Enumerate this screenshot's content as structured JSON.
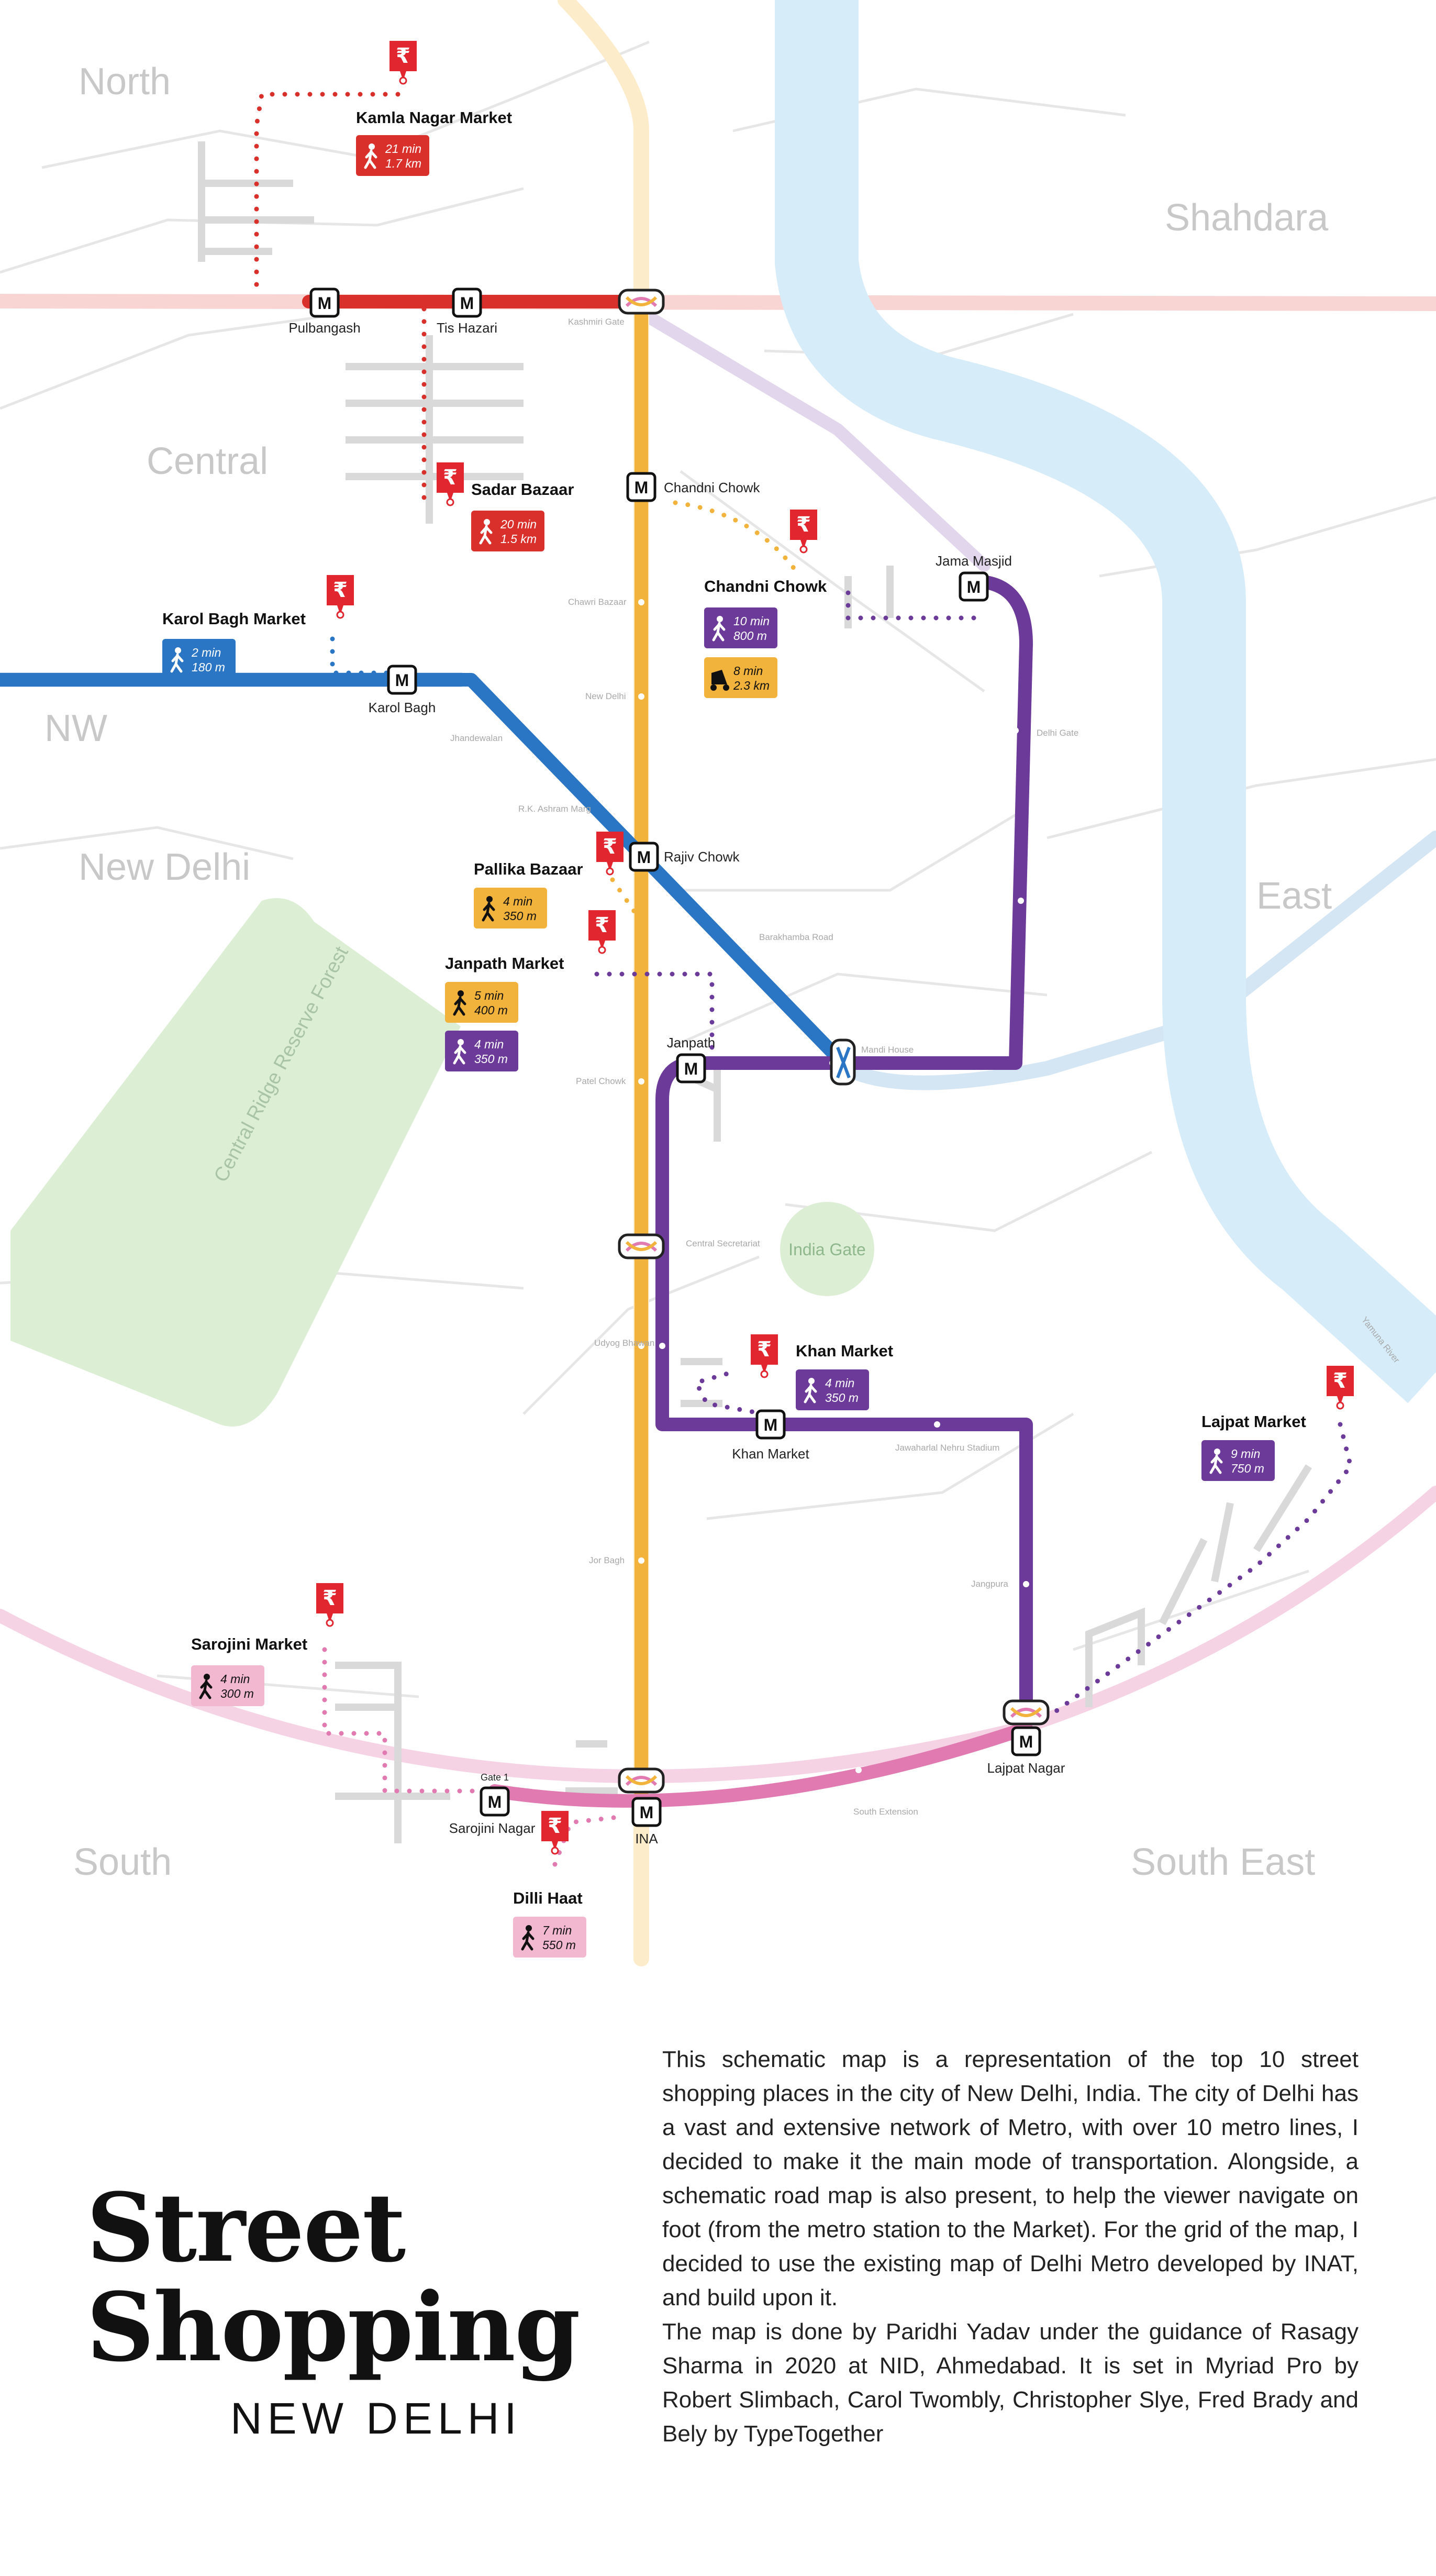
{
  "regions": {
    "north": "North",
    "shahdara": "Shahdara",
    "central": "Central",
    "nw": "NW",
    "new_delhi": "New Delhi",
    "east": "East",
    "south": "South",
    "south_east": "South East"
  },
  "landmarks": {
    "forest": "Central Ridge Reserve Forest",
    "india_gate": "India Gate",
    "river": "Yamuna River"
  },
  "stations": {
    "pulbangash": "Pulbangash",
    "tis_hazari": "Tis Hazari",
    "kashmiri_gate": "Kashmiri Gate",
    "chandni_chowk": "Chandni Chowk",
    "jama_masjid": "Jama Masjid",
    "karol_bagh": "Karol Bagh",
    "rajiv_chowk": "Rajiv Chowk",
    "janpath": "Janpath",
    "mandi_house": "Mandi House",
    "khan_market": "Khan Market",
    "lajpat_nagar": "Lajpat Nagar",
    "ina": "INA",
    "sarojini_nagar": "Sarojini Nagar",
    "gate1": "Gate 1"
  },
  "minor_stations": {
    "chawri_bazar": "Chawri Bazaar",
    "new_delhi": "New Delhi",
    "jhandewalan": "Jhandewalan",
    "rk_ashram": "R.K. Ashram Marg",
    "barakhamba": "Barakhamba Road",
    "patel_chowk": "Patel Chowk",
    "central_secretariat": "Central Secretariat",
    "udyog_bhawan": "Udyog Bhawan",
    "jor_bagh": "Jor Bagh",
    "delhi_gate": "Delhi Gate",
    "jln_stadium": "Jawaharlal Nehru Stadium",
    "jangpura": "Jangpura",
    "south_extension": "South Extension"
  },
  "markets": [
    {
      "name": "Kamla Nagar Market",
      "badges": [
        {
          "mode": "walk",
          "time": "21 min",
          "dist": "1.7 km",
          "color": "#d9302c"
        }
      ]
    },
    {
      "name": "Sadar Bazaar",
      "badges": [
        {
          "mode": "walk",
          "time": "20 min",
          "dist": "1.5 km",
          "color": "#d9302c"
        }
      ]
    },
    {
      "name": "Chandni Chowk",
      "badges": [
        {
          "mode": "walk",
          "time": "10 min",
          "dist": "800 m",
          "color": "#6c3a99"
        },
        {
          "mode": "rickshaw",
          "time": "8 min",
          "dist": "2.3 km",
          "color": "#f2b33d"
        }
      ]
    },
    {
      "name": "Karol Bagh Market",
      "badges": [
        {
          "mode": "walk",
          "time": "2 min",
          "dist": "180 m",
          "color": "#2a76c4"
        }
      ]
    },
    {
      "name": "Pallika Bazaar",
      "badges": [
        {
          "mode": "walk",
          "time": "4 min",
          "dist": "350 m",
          "color": "#f2b33d"
        }
      ]
    },
    {
      "name": "Janpath Market",
      "badges": [
        {
          "mode": "walk",
          "time": "5 min",
          "dist": "400 m",
          "color": "#f2b33d"
        },
        {
          "mode": "walk",
          "time": "4 min",
          "dist": "350 m",
          "color": "#6c3a99"
        }
      ]
    },
    {
      "name": "Khan Market",
      "badges": [
        {
          "mode": "walk",
          "time": "4 min",
          "dist": "350 m",
          "color": "#6c3a99"
        }
      ]
    },
    {
      "name": "Lajpat Market",
      "badges": [
        {
          "mode": "walk",
          "time": "9 min",
          "dist": "750 m",
          "color": "#6c3a99"
        }
      ]
    },
    {
      "name": "Sarojini Market",
      "badges": [
        {
          "mode": "walk",
          "time": "4 min",
          "dist": "300 m",
          "color": "#f2b8cf"
        }
      ]
    },
    {
      "name": "Dilli Haat",
      "badges": [
        {
          "mode": "walk",
          "time": "7 min",
          "dist": "550 m",
          "color": "#f2b8cf"
        }
      ]
    }
  ],
  "colors": {
    "red_line": "#d9302c",
    "yellow_line": "#f2b33d",
    "blue_line": "#2a76c4",
    "violet_line": "#6c3a99",
    "pink_line": "#e07ab0",
    "river": "#d6ecf9",
    "forest": "#dcefd5",
    "roads": "#e2e2e2"
  },
  "icons": {
    "metro": "M",
    "market_pin": "₹",
    "walk": "walk-icon",
    "rickshaw": "rickshaw-icon"
  },
  "title": {
    "line1": "Street",
    "line2": "Shopping",
    "subtitle": "NEW DELHI"
  },
  "description": "This schematic map is a representation of the top 10 street shopping places in the city of New Delhi, India. The city of Delhi has a vast and extensive network of Metro, with over 10 metro lines, I decided to make it the main mode of transportation. Alongside, a schematic road map is also present, to help the viewer navigate on foot (from the metro station to the Market). For the grid of the map, I decided to use the existing map of Delhi Metro developed by INAT, and build upon it.\nThe map is done by Paridhi Yadav under the guidance of Rasagy Sharma in 2020 at NID, Ahmedabad. It is set in Myriad Pro by Robert Slimbach, Carol Twombly, Christopher Slye, Fred Brady and Bely by TypeTogether"
}
